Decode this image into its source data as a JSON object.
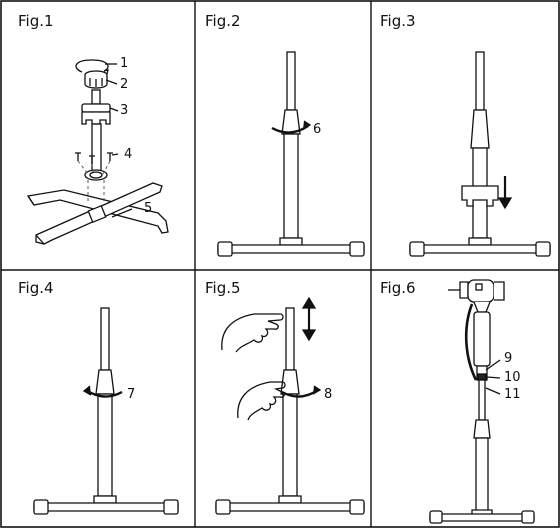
{
  "panels": [
    {
      "title": "Fig.1",
      "callouts": [
        "1",
        "2",
        "3",
        "4",
        "5"
      ]
    },
    {
      "title": "Fig.2",
      "callouts": [
        "6"
      ]
    },
    {
      "title": "Fig.3",
      "callouts": []
    },
    {
      "title": "Fig.4",
      "callouts": [
        "7"
      ]
    },
    {
      "title": "Fig.5",
      "callouts": [
        "8"
      ]
    },
    {
      "title": "Fig.6",
      "callouts": [
        "9",
        "10",
        "11"
      ]
    }
  ],
  "colors": {
    "line": "#111111",
    "dash": "#555555",
    "fill_light": "#ffffff",
    "fill_dark": "#222222"
  }
}
